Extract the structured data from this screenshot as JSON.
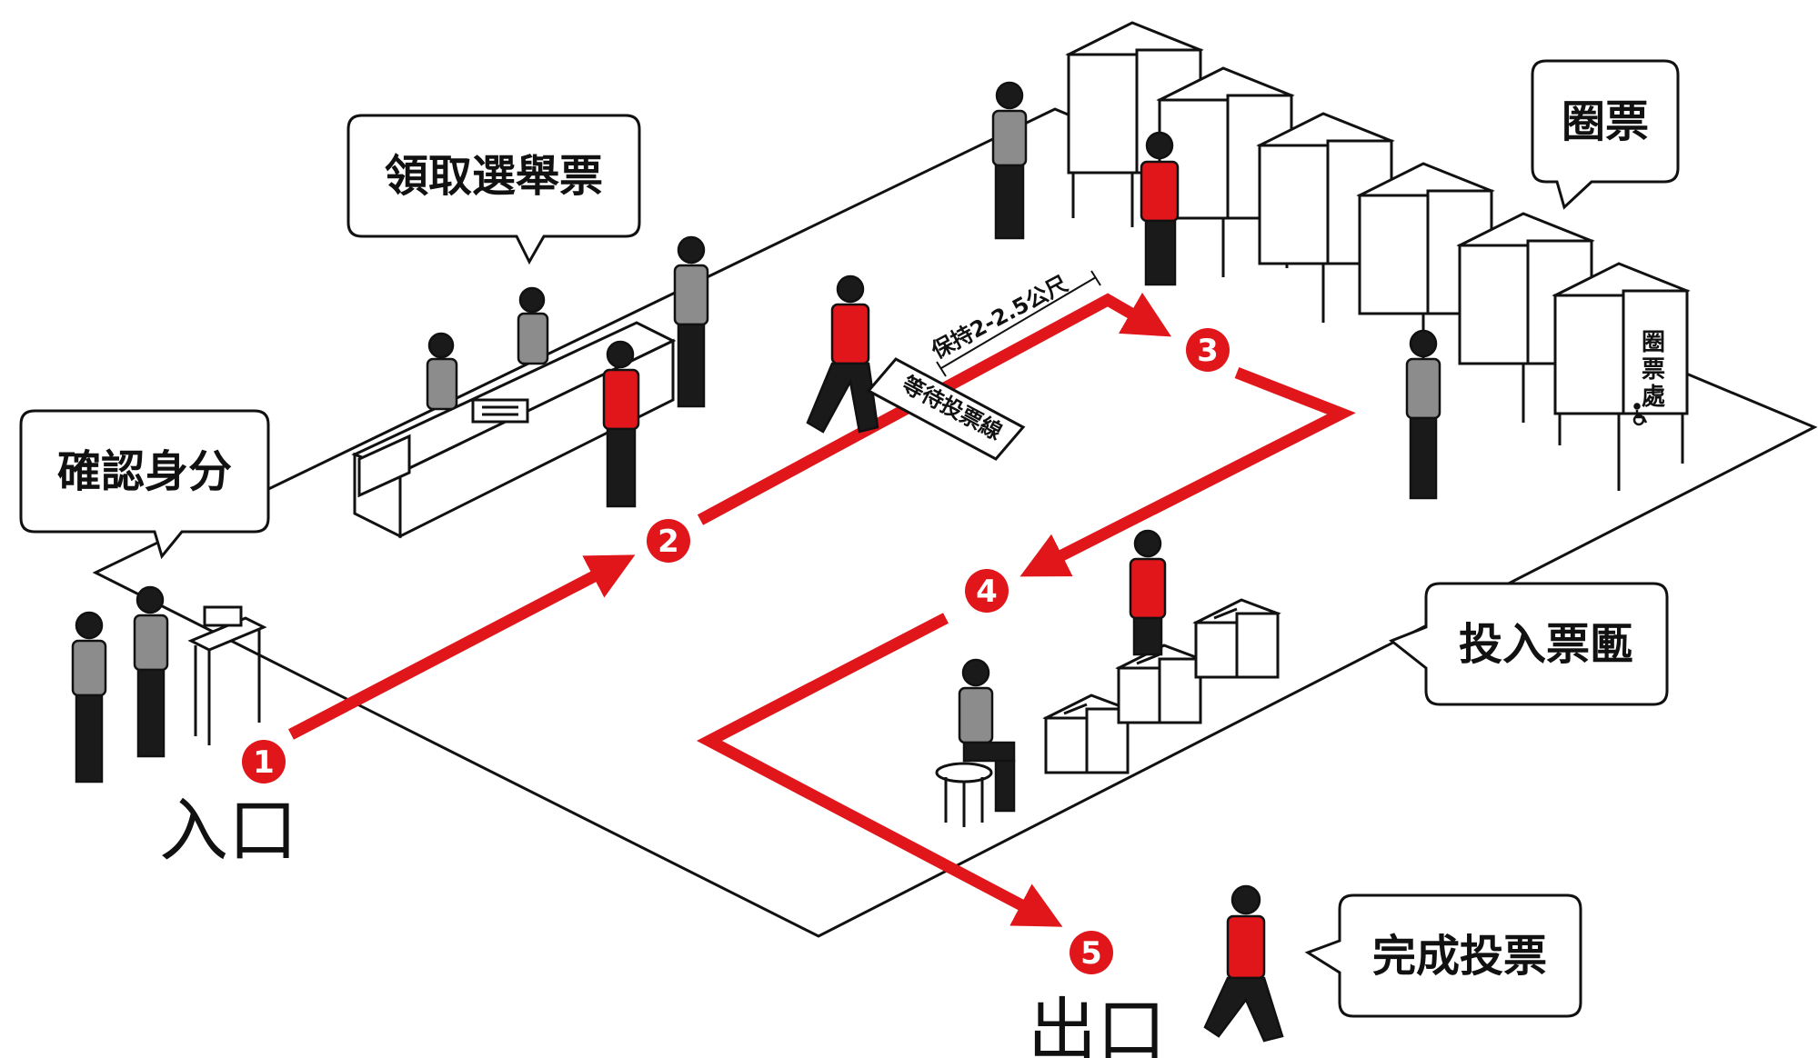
{
  "bubbles": {
    "verify_identity": "確認身分",
    "receive_ballot": "領取選舉票",
    "mark_ballot": "圈票",
    "cast_ballot": "投入票匭",
    "finish_voting": "完成投票"
  },
  "labels": {
    "entrance": "入口",
    "exit": "出口",
    "keep_distance": "保持2-2.5公尺",
    "wait_line": "等待投票線",
    "booth_sign": [
      "圈",
      "票",
      "處"
    ]
  },
  "steps": [
    "1",
    "2",
    "3",
    "4",
    "5"
  ],
  "colors": {
    "accent_red": "#e0161b",
    "outline": "#111111",
    "figure_gray": "#8c8c8c",
    "figure_dark": "#1a1a1a"
  },
  "icons": {
    "accessibility": "wheelchair-icon"
  }
}
